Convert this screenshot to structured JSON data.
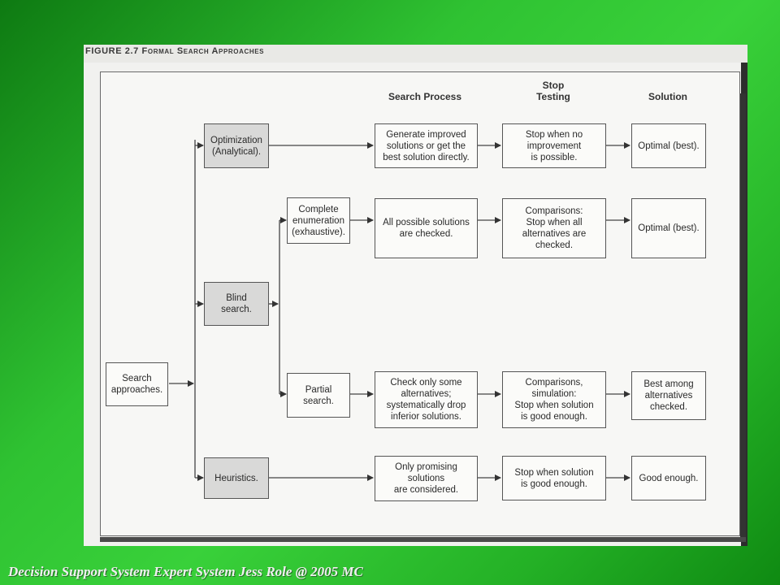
{
  "figure_title": "FIGURE 2.7  Formal Search Approaches",
  "headers": {
    "search_process": "Search Process",
    "stop_testing": "Stop\nTesting",
    "solution": "Solution"
  },
  "nodes": {
    "search_approaches": "Search\napproaches.",
    "optimization": "Optimization\n(Analytical).",
    "blind_search": "Blind\nsearch.",
    "heuristics": "Heuristics.",
    "complete_enumeration": "Complete\nenumeration\n(exhaustive).",
    "partial_search": "Partial\nsearch."
  },
  "rows": {
    "optimization": {
      "process": "Generate improved\nsolutions or get the\nbest solution directly.",
      "stop": "Stop when no\nimprovement\nis possible.",
      "solution": "Optimal (best)."
    },
    "complete": {
      "process": "All possible solutions\nare checked.",
      "stop": "Comparisons:\nStop when all\nalternatives are\nchecked.",
      "solution": "Optimal (best)."
    },
    "partial": {
      "process": "Check only some\nalternatives;\nsystematically drop\ninferior solutions.",
      "stop": "Comparisons,\nsimulation:\nStop when solution\nis good enough.",
      "solution": "Best among\nalternatives\nchecked."
    },
    "heuristics": {
      "process": "Only promising\nsolutions\nare considered.",
      "stop": "Stop when solution\nis good enough.",
      "solution": "Good enough."
    }
  },
  "footer": "Decision Support System Expert System Jess Role @ 2005 MC"
}
